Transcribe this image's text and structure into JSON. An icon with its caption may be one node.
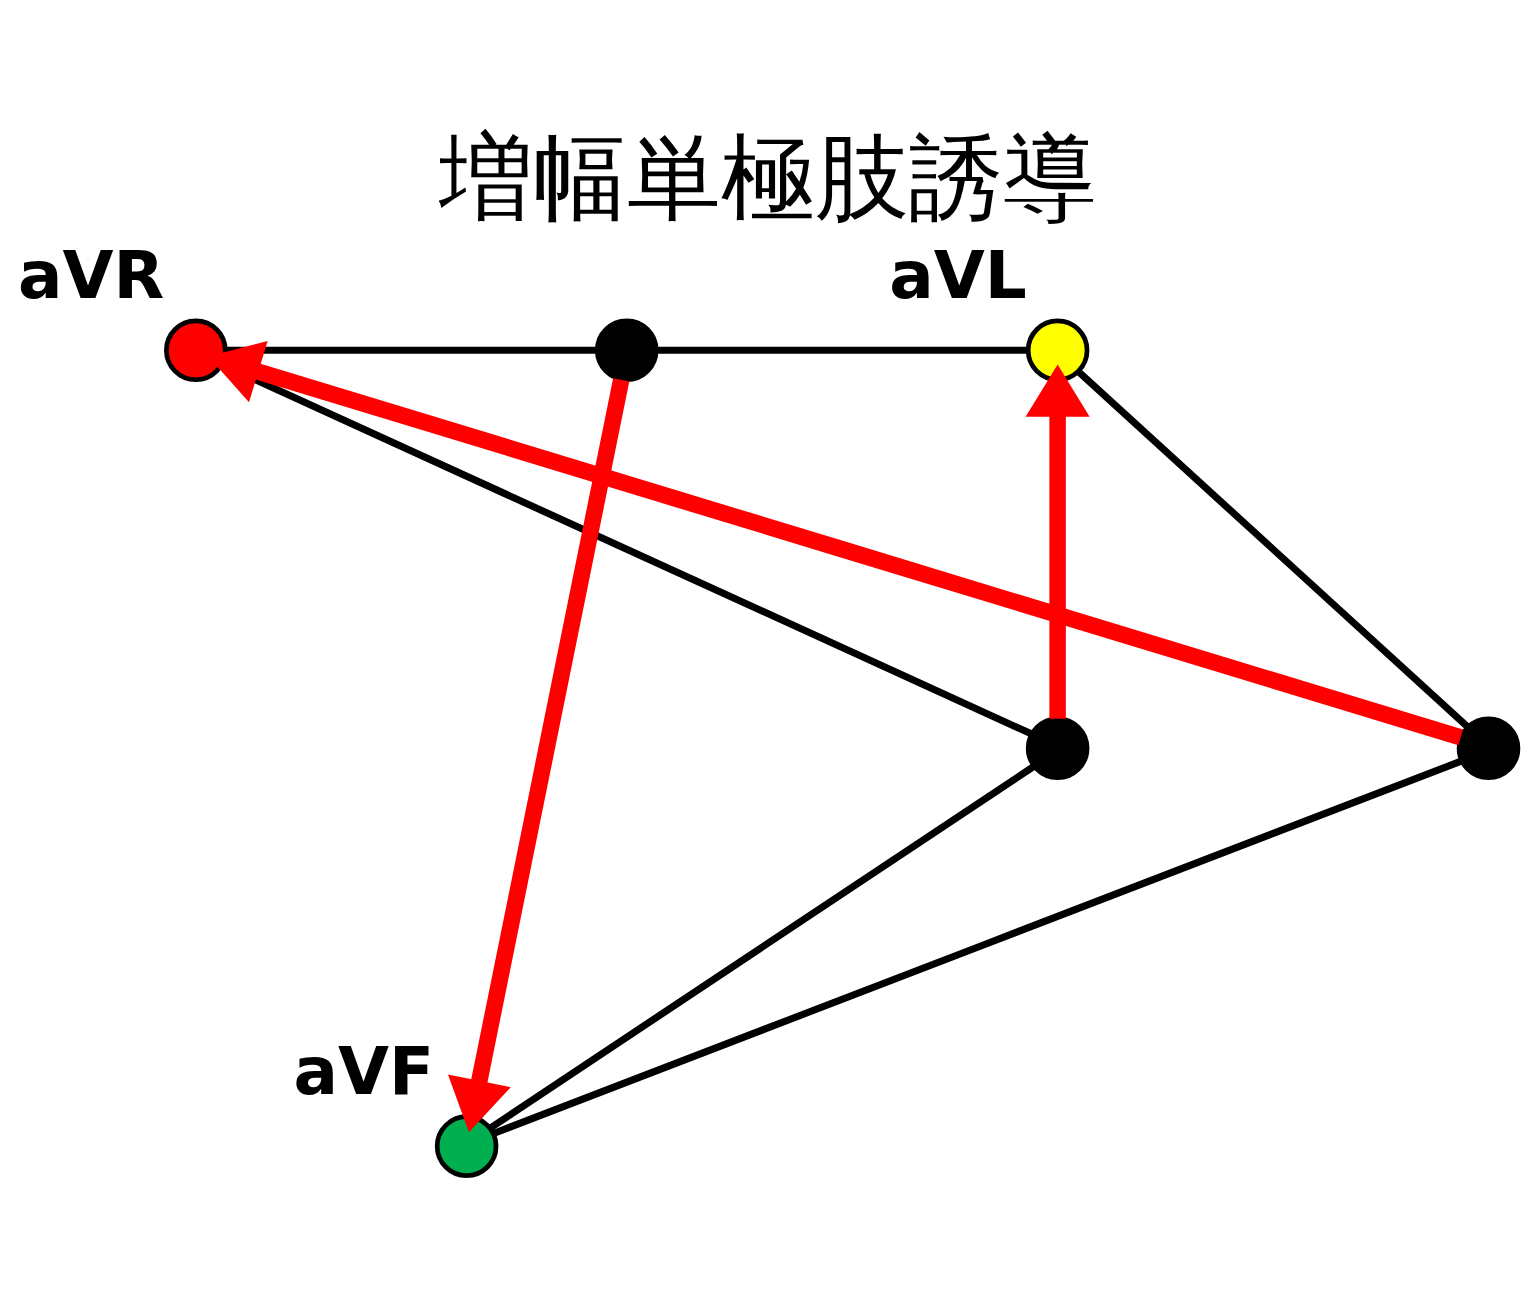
{
  "diagram": {
    "title": "増幅単極肢誘導",
    "nodes": [
      {
        "text": [],
        "shape": "circle",
        "beside": [
          "aVR"
        ]
      },
      {
        "text": [],
        "shape": "circle"
      },
      {
        "text": [],
        "shape": "circle",
        "beside": [
          "aVL"
        ]
      },
      {
        "text": [],
        "shape": "circle"
      },
      {
        "text": [],
        "shape": "circle"
      },
      {
        "text": [],
        "shape": "circle",
        "beside": [
          "aVF"
        ]
      }
    ],
    "edges": [
      {
        "from": 0,
        "to": 1,
        "arrow": "none"
      },
      {
        "from": 1,
        "to": 2,
        "arrow": "none"
      },
      {
        "from": 0,
        "to": 3,
        "arrow": "none"
      },
      {
        "from": 3,
        "to": 5,
        "arrow": "none"
      },
      {
        "from": 2,
        "to": 4,
        "arrow": "none"
      },
      {
        "from": 4,
        "to": 5,
        "arrow": "none"
      },
      {
        "from": 4,
        "to": 0,
        "arrow": "to",
        "style": "thick",
        "color": "#ff0000"
      },
      {
        "from": 3,
        "to": 2,
        "arrow": "to",
        "style": "thick",
        "color": "#ff0000"
      },
      {
        "from": 1,
        "to": 5,
        "arrow": "to",
        "style": "thick",
        "color": "#ff0000"
      }
    ]
  }
}
